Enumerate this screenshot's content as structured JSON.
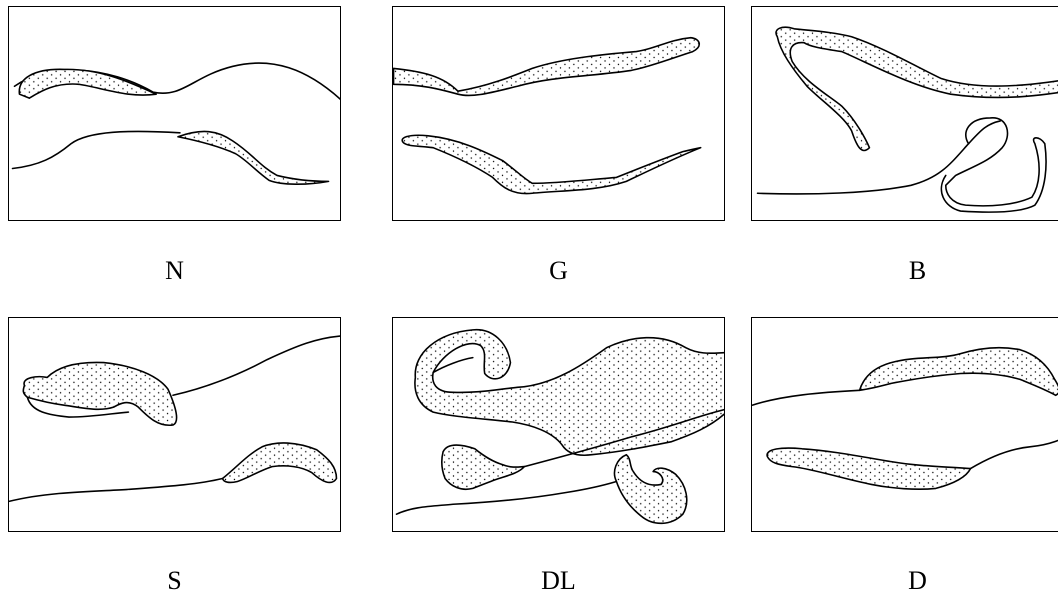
{
  "panels": [
    {
      "label": "N"
    },
    {
      "label": "G"
    },
    {
      "label": "B"
    },
    {
      "label": "S"
    },
    {
      "label": "DL"
    },
    {
      "label": "D"
    }
  ]
}
